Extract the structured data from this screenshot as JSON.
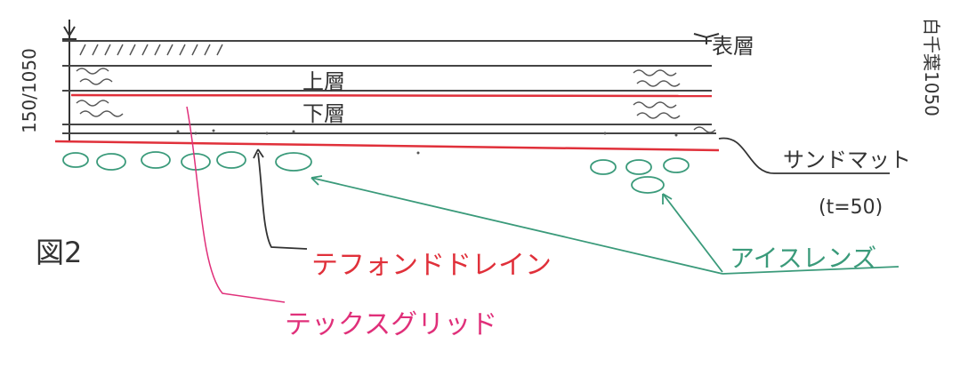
{
  "figure": {
    "label": "図2",
    "thickness_left": "150/1050",
    "thickness_right": "白千葉1050"
  },
  "layers": [
    {
      "label": "表層"
    },
    {
      "label": "上層"
    },
    {
      "label": "下層"
    }
  ],
  "callouts": {
    "sand_mat": "サンドマット",
    "sand_mat_thickness": "(t=50)",
    "drain": "テフォンドドレイン",
    "grid": "テックスグリッド",
    "ice_lens": "アイスレンズ"
  },
  "colors": {
    "ink": "#333333",
    "red": "#e0303a",
    "green": "#3a9a7a",
    "pink": "#e0307a"
  }
}
